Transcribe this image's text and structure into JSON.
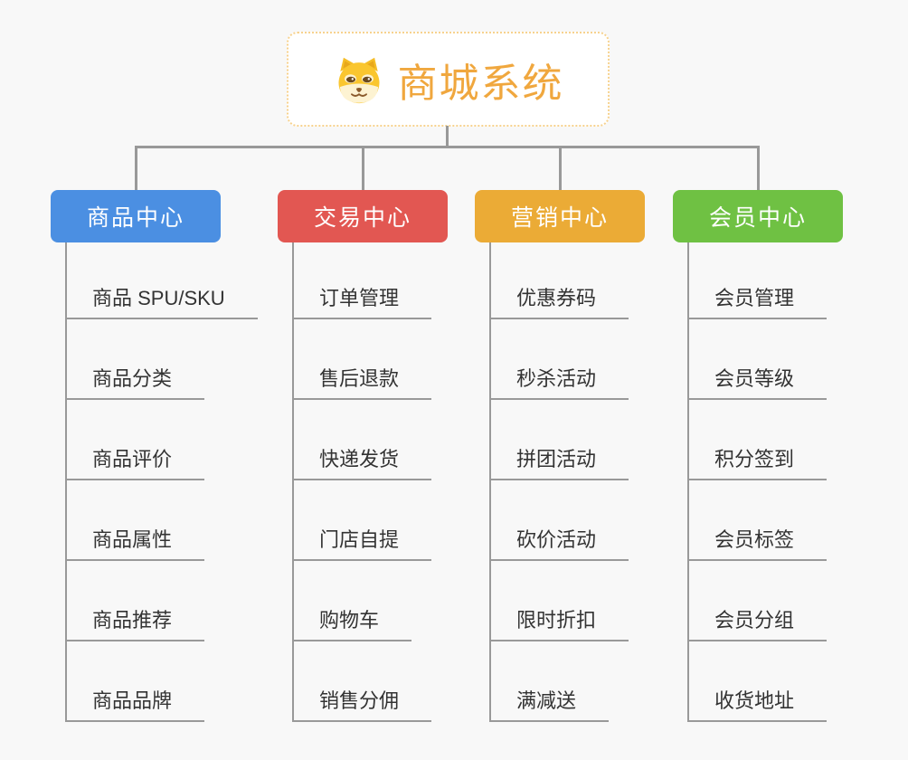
{
  "root": {
    "title": "商城系统",
    "icon": "dog-face-icon"
  },
  "branches": [
    {
      "label": "商品中心",
      "color": "#4b8fe2",
      "items": [
        "商品 SPU/SKU",
        "商品分类",
        "商品评价",
        "商品属性",
        "商品推荐",
        "商品品牌"
      ]
    },
    {
      "label": "交易中心",
      "color": "#e25752",
      "items": [
        "订单管理",
        "售后退款",
        "快递发货",
        "门店自提",
        "购物车",
        "销售分佣"
      ]
    },
    {
      "label": "营销中心",
      "color": "#ebab36",
      "items": [
        "优惠券码",
        "秒杀活动",
        "拼团活动",
        "砍价活动",
        "限时折扣",
        "满减送"
      ]
    },
    {
      "label": "会员中心",
      "color": "#6fc143",
      "items": [
        "会员管理",
        "会员等级",
        "积分签到",
        "会员标签",
        "会员分组",
        "收货地址"
      ]
    }
  ],
  "colors": {
    "background": "#f8f8f8",
    "connector": "#999999",
    "item_text": "#333333",
    "root_border": "#f7d28e",
    "root_text": "#f0a73e"
  }
}
